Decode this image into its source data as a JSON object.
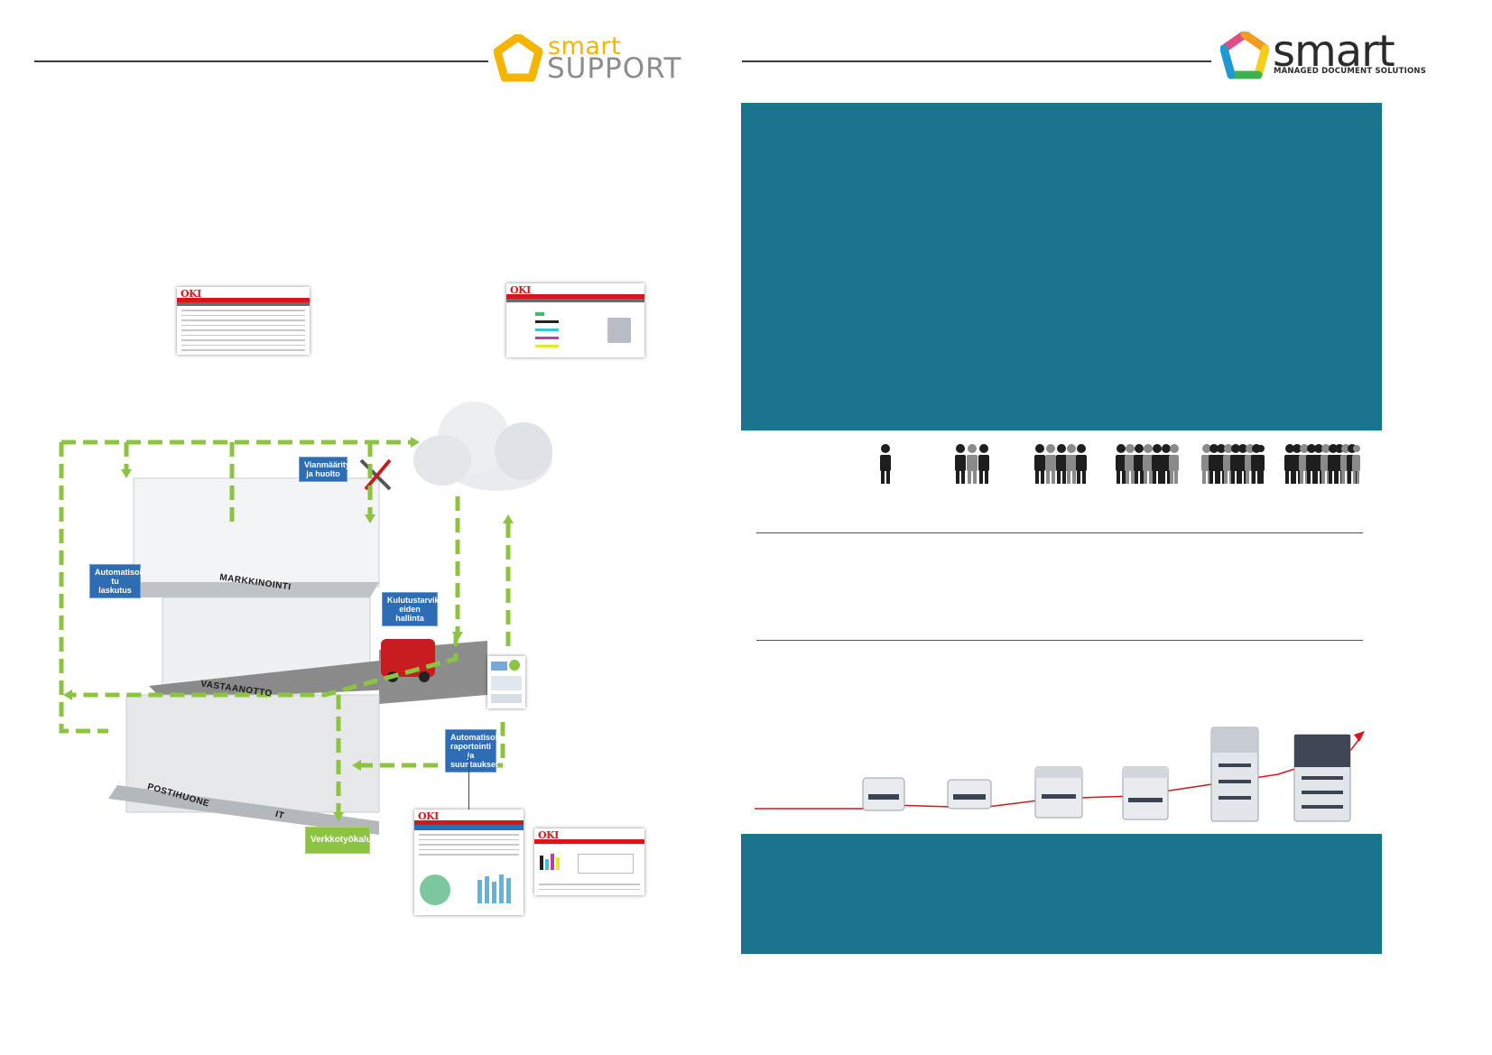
{
  "left_logo": {
    "line1": "smart",
    "line2": "SUPPORT",
    "icon": "smart-pentagon-logo-icon",
    "ring_color": "#f5b400"
  },
  "right_logo": {
    "main": "smart",
    "sub": "MANAGED DOCUMENT SOLUTIONS",
    "icon": "smart-multicolor-pentagon-logo-icon"
  },
  "screenshots": {
    "brand": "OKI",
    "accent": "#d8141d"
  },
  "callouts": {
    "diagnostics": "Vianmääritys\nja huolto",
    "billing": "Automatisoi\ntu laskutus",
    "supplies": "Kulutustarvikk\neiden hallinta",
    "reporting": "Automatisoitu\nraportointi ja\nsuuntaukset",
    "network_tools": "Verkkotyökalut"
  },
  "floors": {
    "marketing": "MARKKINOINTI",
    "reception": "VASTAANOTTO",
    "mailroom": "POSTIHUONE",
    "it": "IT"
  },
  "colors": {
    "teal": "#1a748d",
    "arrow_green": "#8cc340",
    "callout_blue": "#2e6db4",
    "trend_red": "#d8141d"
  },
  "people_groups": [
    1,
    3,
    5,
    7,
    9,
    11
  ],
  "devices": [
    "compact-printer",
    "desktop-printer",
    "mfp-small",
    "mfp-medium",
    "mfp-large",
    "mfp-enterprise"
  ]
}
